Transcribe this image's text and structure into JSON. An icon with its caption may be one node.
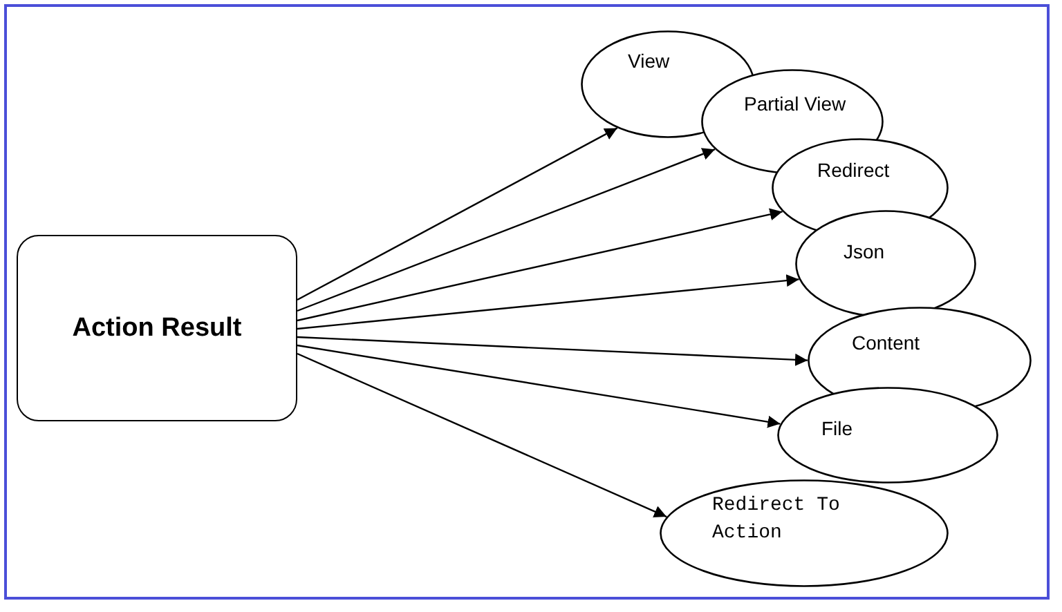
{
  "diagram": {
    "nodes": [
      {
        "text": [
          "Action Result"
        ]
      },
      {
        "text": [
          "View"
        ]
      },
      {
        "text": [
          "Partial View"
        ]
      },
      {
        "text": [
          "Redirect"
        ]
      },
      {
        "text": [
          "Json"
        ]
      },
      {
        "text": [
          "Content"
        ]
      },
      {
        "text": [
          "File"
        ]
      },
      {
        "text": [
          "Redirect To Action"
        ]
      }
    ],
    "edges": [
      {
        "from": 0,
        "to": 1,
        "arrow": "to"
      },
      {
        "from": 0,
        "to": 2,
        "arrow": "to"
      },
      {
        "from": 0,
        "to": 3,
        "arrow": "to"
      },
      {
        "from": 0,
        "to": 4,
        "arrow": "to"
      },
      {
        "from": 0,
        "to": 5,
        "arrow": "to"
      },
      {
        "from": 0,
        "to": 6,
        "arrow": "to"
      },
      {
        "from": 0,
        "to": 7,
        "arrow": "to"
      }
    ]
  }
}
